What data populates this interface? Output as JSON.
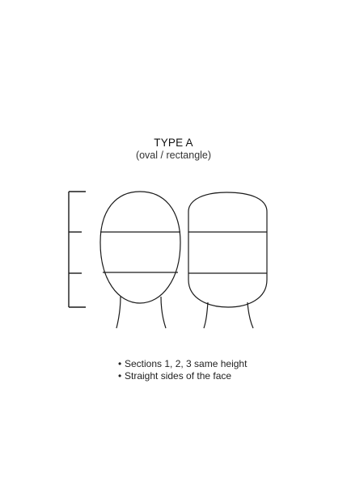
{
  "title": "TYPE A",
  "subtitle": "(oval / rectangle)",
  "notes": [
    "Sections 1, 2, 3 same height",
    "Straight sides of the face"
  ],
  "bullet": "•",
  "stroke_color": "#1a1a1a"
}
